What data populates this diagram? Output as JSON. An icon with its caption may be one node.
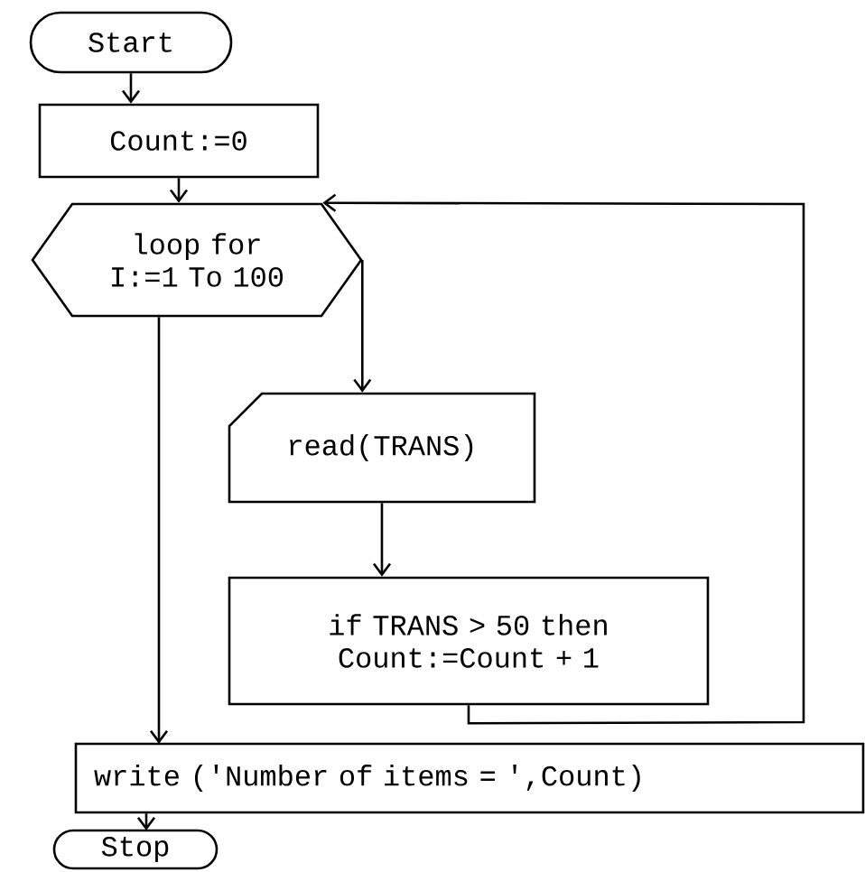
{
  "diagram": {
    "nodes": [
      {
        "text": [
          "Start"
        ]
      },
      {
        "text": [
          "Count:=0"
        ]
      },
      {
        "text": [
          "loop for I:=1 To 100"
        ]
      },
      {
        "text": [
          "read(TRANS)"
        ]
      },
      {
        "text": [
          "if TRANS > 50 then Count:=Count + 1"
        ]
      },
      {
        "text": [
          "write ('Number of items = ',Count)"
        ]
      },
      {
        "text": [
          "Stop"
        ]
      }
    ],
    "edges": [
      {
        "from": 0,
        "to": 1,
        "arrow": "to"
      },
      {
        "from": 1,
        "to": 2,
        "arrow": "to"
      },
      {
        "from": 2,
        "to": 3,
        "arrow": "to"
      },
      {
        "from": 3,
        "to": 4,
        "arrow": "to"
      },
      {
        "from": 4,
        "to": 2,
        "arrow": "to"
      },
      {
        "from": 2,
        "to": 5,
        "arrow": "to"
      },
      {
        "from": 5,
        "to": 6,
        "arrow": "to"
      }
    ]
  }
}
